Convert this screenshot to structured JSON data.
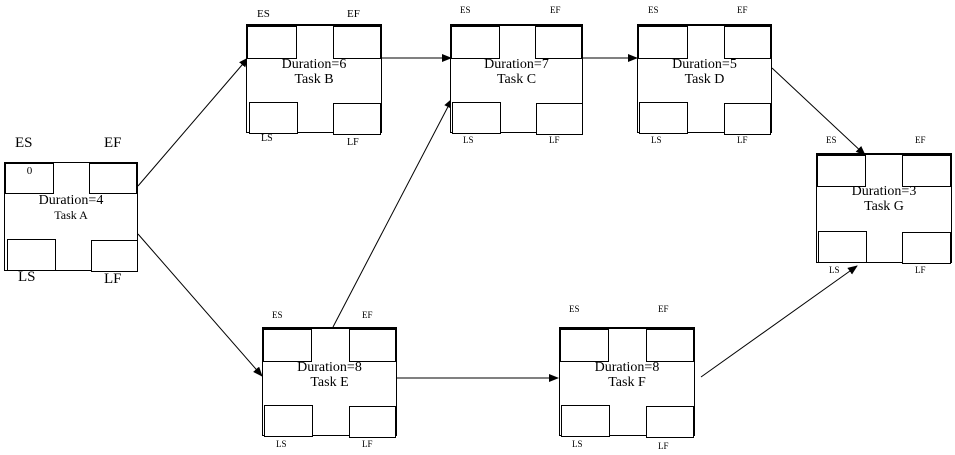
{
  "labels": {
    "es": "ES",
    "ef": "EF",
    "ls": "LS",
    "lf": "LF"
  },
  "tasks": {
    "A": {
      "duration": "Duration=4",
      "name": "Task A",
      "es_value": "0"
    },
    "B": {
      "duration": "Duration=6",
      "name": "Task B"
    },
    "C": {
      "duration": "Duration=7",
      "name": "Task C"
    },
    "D": {
      "duration": "Duration=5",
      "name": "Task D"
    },
    "E": {
      "duration": "Duration=8",
      "name": "Task E"
    },
    "F": {
      "duration": "Duration=8",
      "name": "Task F"
    },
    "G": {
      "duration": "Duration=3",
      "name": "Task G"
    }
  },
  "edges": [
    {
      "from": "Task A",
      "to": "Task B"
    },
    {
      "from": "Task A",
      "to": "Task E"
    },
    {
      "from": "Task B",
      "to": "Task C"
    },
    {
      "from": "Task C",
      "to": "Task D"
    },
    {
      "from": "Task D",
      "to": "Task G"
    },
    {
      "from": "Task E",
      "to": "Task C"
    },
    {
      "from": "Task E",
      "to": "Task F"
    },
    {
      "from": "Task F",
      "to": "Task G"
    }
  ]
}
